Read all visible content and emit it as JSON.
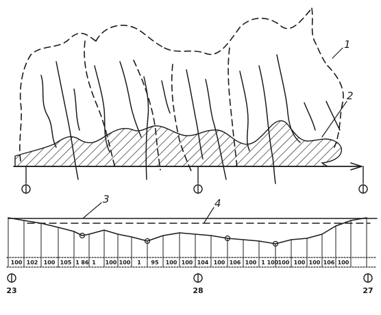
{
  "figure": {
    "callouts": [
      "1",
      "2",
      "3",
      "4"
    ],
    "station_numbers": [
      "23",
      "28",
      "27"
    ],
    "profile_cells": [
      "100",
      "102",
      "100",
      "105",
      "1",
      "86",
      "1",
      "100",
      "100",
      "1",
      "95",
      "100",
      "100",
      "104",
      "100",
      "106",
      "100",
      "1",
      "100",
      "100",
      "100",
      "100",
      "106",
      "100"
    ]
  },
  "colors": {
    "ink": "#1a1a1a",
    "paper": "#ffffff"
  }
}
